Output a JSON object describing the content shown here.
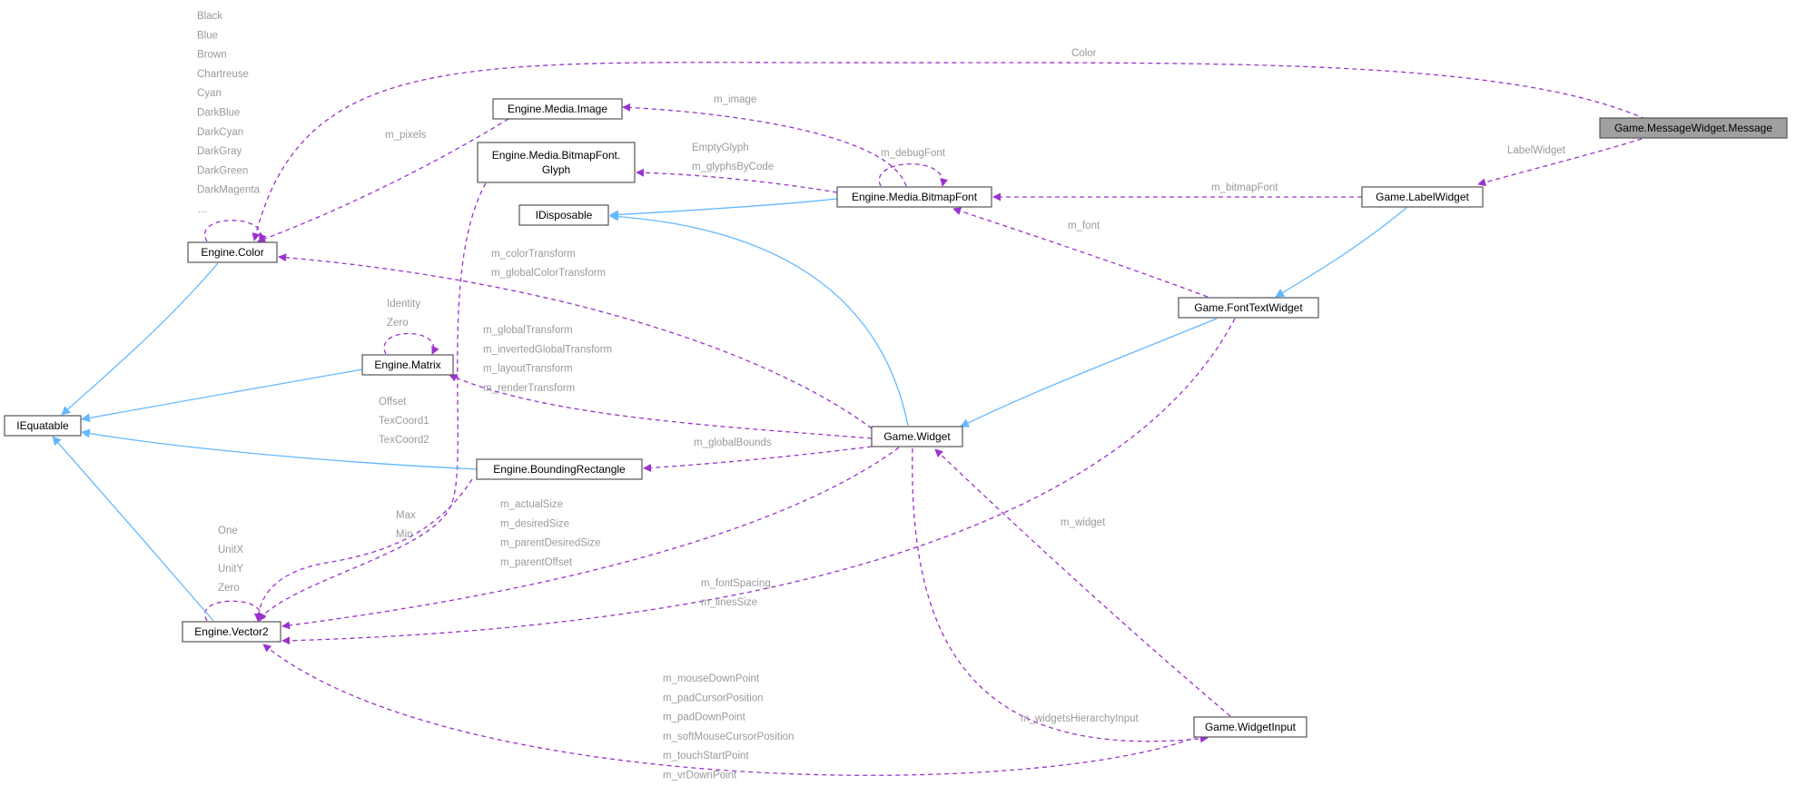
{
  "diagram": {
    "nodes": [
      {
        "id": "message",
        "lines": [
          "Game.MessageWidget.Message"
        ],
        "focus": true
      },
      {
        "id": "labelwidget",
        "lines": [
          "Game.LabelWidget"
        ]
      },
      {
        "id": "fonttextwidget",
        "lines": [
          "Game.FontTextWidget"
        ]
      },
      {
        "id": "widget",
        "lines": [
          "Game.Widget"
        ]
      },
      {
        "id": "widgetinput",
        "lines": [
          "Game.WidgetInput"
        ]
      },
      {
        "id": "bitmapfont",
        "lines": [
          "Engine.Media.BitmapFont"
        ]
      },
      {
        "id": "image",
        "lines": [
          "Engine.Media.Image"
        ]
      },
      {
        "id": "glyph",
        "lines": [
          "Engine.Media.BitmapFont.",
          "Glyph"
        ]
      },
      {
        "id": "idisposable",
        "lines": [
          "IDisposable"
        ]
      },
      {
        "id": "color",
        "lines": [
          "Engine.Color"
        ]
      },
      {
        "id": "matrix",
        "lines": [
          "Engine.Matrix"
        ]
      },
      {
        "id": "iequatable",
        "lines": [
          "IEquatable"
        ]
      },
      {
        "id": "boundingrect",
        "lines": [
          "Engine.BoundingRectangle"
        ]
      },
      {
        "id": "vector2",
        "lines": [
          "Engine.Vector2"
        ]
      }
    ],
    "edge_labels": {
      "message_color": [
        "Color"
      ],
      "message_labelwidget": [
        "LabelWidget"
      ],
      "labelwidget_bitmapfont": [
        "m_bitmapFont"
      ],
      "fonttextwidget_bitmapfont": [
        "m_font"
      ],
      "fonttextwidget_vector2": [
        "m_fontSpacing",
        "m_linesSize"
      ],
      "bitmapfont_image": [
        "m_image"
      ],
      "bitmapfont_self": [
        "m_debugFont"
      ],
      "bitmapfont_glyph": [
        "EmptyGlyph",
        "m_glyphsByCode"
      ],
      "image_color": [
        "m_pixels"
      ],
      "color_self_top": [
        "Black",
        "Blue",
        "Brown",
        "Chartreuse",
        "Cyan",
        "DarkBlue",
        "DarkCyan",
        "DarkGray",
        "DarkGreen",
        "DarkMagenta"
      ],
      "color_self_loop": [
        "..."
      ],
      "widget_color": [
        "m_colorTransform",
        "m_globalColorTransform"
      ],
      "widget_matrix": [
        "m_globalTransform",
        "m_invertedGlobalTransform",
        "m_layoutTransform",
        "m_renderTransform"
      ],
      "matrix_self": [
        "Identity",
        "Zero"
      ],
      "glyph_vector2": [
        "Offset",
        "TexCoord1",
        "TexCoord2"
      ],
      "widget_boundingrect": [
        "m_globalBounds"
      ],
      "boundingrect_vector2": [
        "Max",
        "Min"
      ],
      "widget_vector2": [
        "m_actualSize",
        "m_desiredSize",
        "m_parentDesiredSize",
        "m_parentOffset"
      ],
      "vector2_self": [
        "One",
        "UnitX",
        "UnitY",
        "Zero"
      ],
      "widgetinput_widget": [
        "m_widget"
      ],
      "widget_widgetinput": [
        "m_widgetsHierarchyInput"
      ],
      "widgetinput_vector2": [
        "m_mouseDownPoint",
        "m_padCursorPosition",
        "m_padDownPoint",
        "m_softMouseCursorPosition",
        "m_touchStartPoint",
        "m_vrDownPoint"
      ]
    }
  },
  "colors": {
    "dependency": "#9a32cd",
    "inheritance": "#63b8ff",
    "label": "#9a9a9a",
    "focus_fill": "#a0a0a0"
  }
}
